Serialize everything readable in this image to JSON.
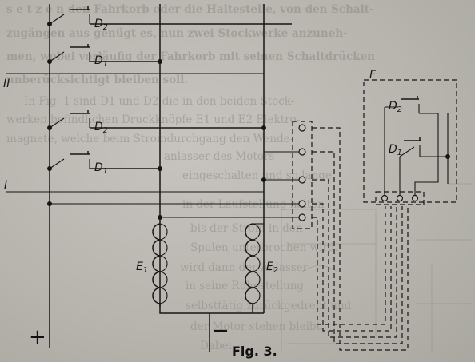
{
  "ghost_text": [
    "s e t z e n den Fahrkorb oder die Haltestelle, von den Schalt-",
    "zugängen aus genügt es, nun zwei Stockwerke anzuneh-",
    "men, wobei vorläufig der Fahrkorb mit seinen Schaltdrücken",
    "unberücksichtigt bleiben soll.",
    "In Fig. 1 sind D1 und D2 die in den beiden Stock-",
    "werken befindlichen Druckknöpfe E1 und E2 Elektro-",
    "magnete, welche beim Stromdurchgang den Wende-",
    "anlasser des Motors",
    "eingeschalten und so lange",
    "in der Laufstellung halten",
    "bis der Strom in den",
    "Spulen unterbrochen wird.",
    "wird dann der Anlasser",
    "in seine Ruhestellung",
    "selbsttätig zurückgedreht und",
    "der Motor stehen bleibt.",
    "Dabei"
  ],
  "labels": {
    "level_upper": "II",
    "level_lower": "I",
    "cabin": "F",
    "pushbutton_d2": "D",
    "pushbutton_d2_sub": "2",
    "pushbutton_d1": "D",
    "pushbutton_d1_sub": "1",
    "magnet_e1": "E",
    "magnet_e1_sub": "1",
    "magnet_e2": "E",
    "magnet_e2_sub": "2",
    "plus": "+",
    "minus": "−",
    "caption": "Fig. 3."
  }
}
